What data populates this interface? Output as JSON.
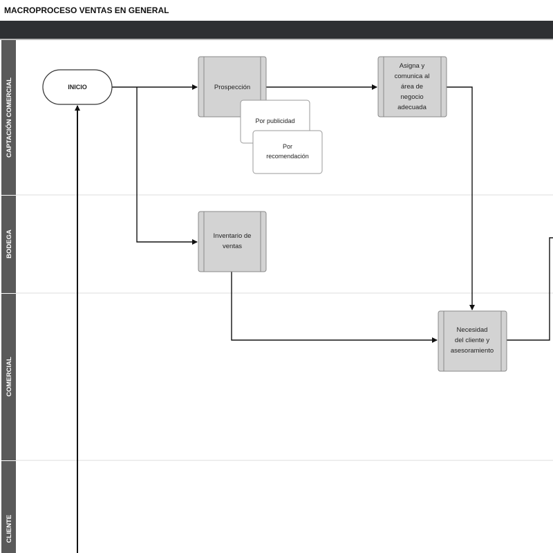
{
  "title": "MACROPROCESO VENTAS EN GENERAL",
  "lanes": [
    {
      "label": "CAPTACIÓN COMERCIAL"
    },
    {
      "label": "BODEGA"
    },
    {
      "label": "COMERCIAL"
    },
    {
      "label": "CLIENTE"
    }
  ],
  "nodes": {
    "inicio": "INICIO",
    "prospeccion": "Prospección",
    "publicidad": "Por publicidad",
    "recomendacion": [
      "Por",
      "recomendación"
    ],
    "asigna": [
      "Asigna y",
      "comunica al",
      "área de",
      "negocio",
      "adecuada"
    ],
    "inventario": [
      "Inventario de",
      "ventas"
    ],
    "necesidad": [
      "Necesidad",
      "del cliente y",
      "asesoramiento"
    ]
  },
  "colors": {
    "header": "#2e3033",
    "lane_strip": "#5a5a5a",
    "process_fill": "#d3d3d3"
  }
}
